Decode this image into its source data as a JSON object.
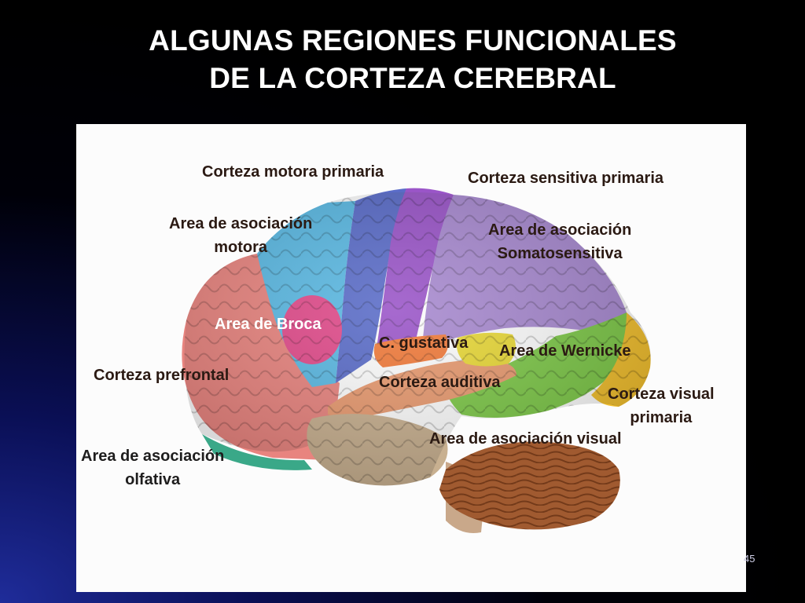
{
  "slide": {
    "title_line1": "ALGUNAS REGIONES FUNCIONALES",
    "title_line2": "DE LA CORTEZA CEREBRAL",
    "page_number": "45"
  },
  "labels": {
    "corteza_motora_primaria": "Corteza motora primaria",
    "corteza_sensitiva_primaria": "Corteza sensitiva primaria",
    "area_asociacion_motora_1": "Area de asociación",
    "area_asociacion_motora_2": "motora",
    "area_asociacion_somato_1": "Area de asociación",
    "area_asociacion_somato_2": "Somatosensitiva",
    "area_broca": "Area de Broca",
    "c_gustativa": "C. gustativa",
    "area_wernicke": "Area de Wernicke",
    "corteza_prefrontal": "Corteza prefrontal",
    "corteza_auditiva": "Corteza auditiva",
    "corteza_visual_1": "Corteza visual",
    "corteza_visual_2": "primaria",
    "area_asociacion_visual": "Area de asociación visual",
    "area_asociacion_olfativa_1": "Area de asociación",
    "area_asociacion_olfativa_2": "olfativa"
  },
  "colors": {
    "background": "#000000",
    "panel": "#fcfcfc",
    "prefrontal": "#e8847f",
    "motor_association": "#5ab8e2",
    "motor_primary": "#5a6cc8",
    "sensory_primary": "#9a55c8",
    "somatosensory_association": "#a88ad0",
    "broca": "#e04a8a",
    "gustatory": "#f07a3a",
    "wernicke": "#e8d838",
    "auditory": "#e89a70",
    "visual_association": "#7ec84a",
    "visual_primary": "#f2c030",
    "olfactory": "#c8b090",
    "cerebellum": "#a05a30"
  }
}
